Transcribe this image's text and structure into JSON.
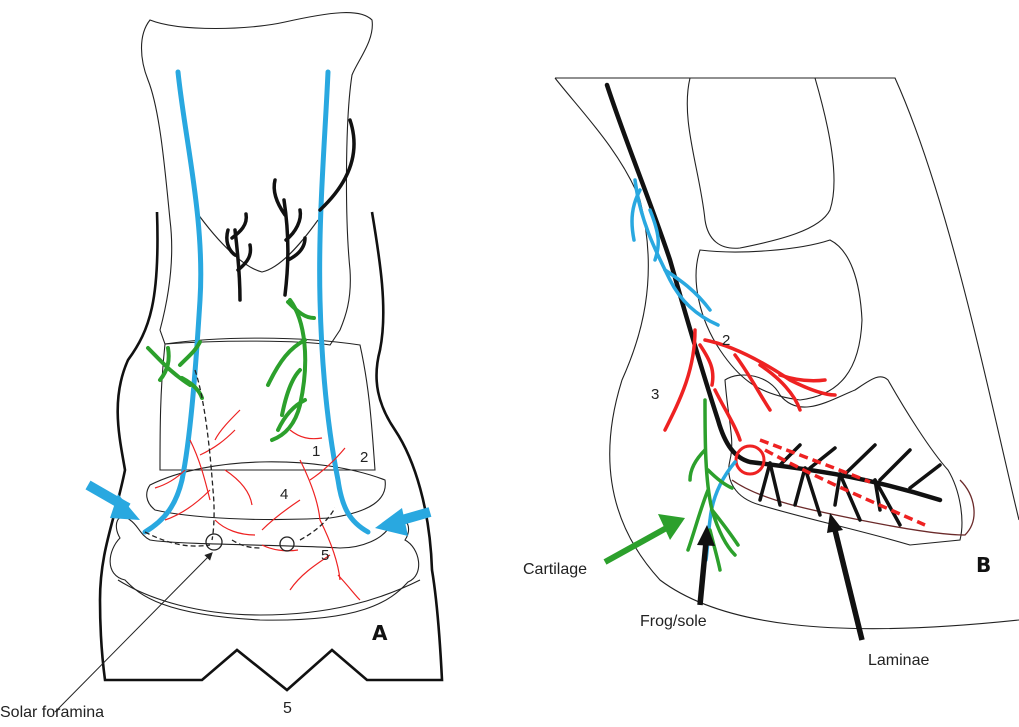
{
  "panels": {
    "a": "A",
    "b": "B"
  },
  "labels": {
    "solar_foramina": "Solar foramina",
    "cartilage": "Cartilage",
    "frog_sole": "Frog/sole",
    "laminae": "Laminae"
  },
  "numbers": {
    "a1": "1",
    "a2": "2",
    "a4": "4",
    "a5": "5",
    "a5_bottom": "5",
    "b2": "2",
    "b3": "3"
  },
  "colors": {
    "nerve_blue": "#29a8e0",
    "green": "#2ca02c",
    "red": "#ee2222",
    "black": "#111111",
    "sole_outline": "#6b2a2a"
  }
}
